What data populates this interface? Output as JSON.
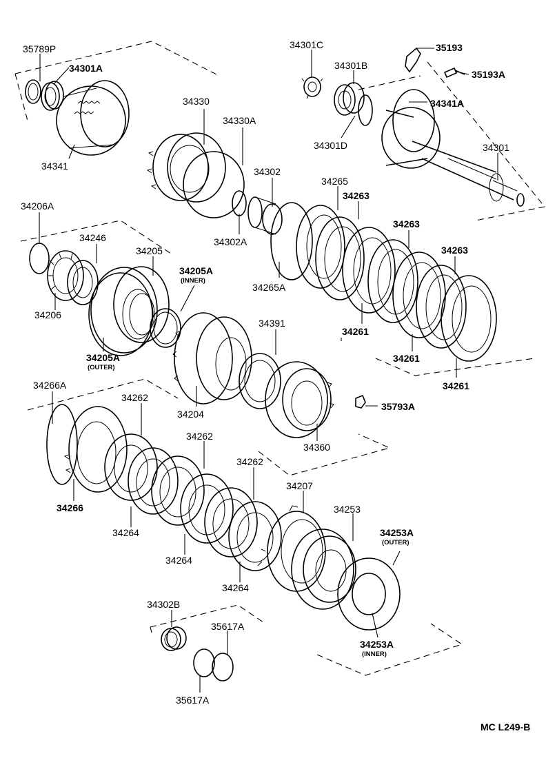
{
  "diagram_code": "MC  L249-B",
  "labels": {
    "p35789P": "35789P",
    "p34301A": "34301A",
    "p34341": "34341",
    "p34301C": "34301C",
    "p35193": "35193",
    "p34301B": "34301B",
    "p35193A": "35193A",
    "p34341A": "34341A",
    "p34301D": "34301D",
    "p34301": "34301",
    "p34330": "34330",
    "p34330A": "34330A",
    "p34302": "34302",
    "p34302A": "34302A",
    "p34265": "34265",
    "p34265A": "34265A",
    "p34263a": "34263",
    "p34263b": "34263",
    "p34263c": "34263",
    "p34261a": "34261",
    "p34261b": "34261",
    "p34261c": "34261",
    "p34206A": "34206A",
    "p34246": "34246",
    "p34205": "34205",
    "p34205A_inner": "34205A",
    "p34205A_inner_sub": "(INNER)",
    "p34206": "34206",
    "p34205A_outer": "34205A",
    "p34205A_outer_sub": "(OUTER)",
    "p34391": "34391",
    "p34204": "34204",
    "p35793A": "35793A",
    "p34360": "34360",
    "p34266A": "34266A",
    "p34262a": "34262",
    "p34262b": "34262",
    "p34262c": "34262",
    "p34266": "34266",
    "p34264a": "34264",
    "p34264b": "34264",
    "p34264c": "34264",
    "p34207": "34207",
    "p34253": "34253",
    "p34253A_outer": "34253A",
    "p34253A_outer_sub": "(OUTER)",
    "p34253A_inner": "34253A",
    "p34253A_inner_sub": "(INNER)",
    "p34302B": "34302B",
    "p35617A_top": "35617A",
    "p35617A_bottom": "35617A"
  }
}
